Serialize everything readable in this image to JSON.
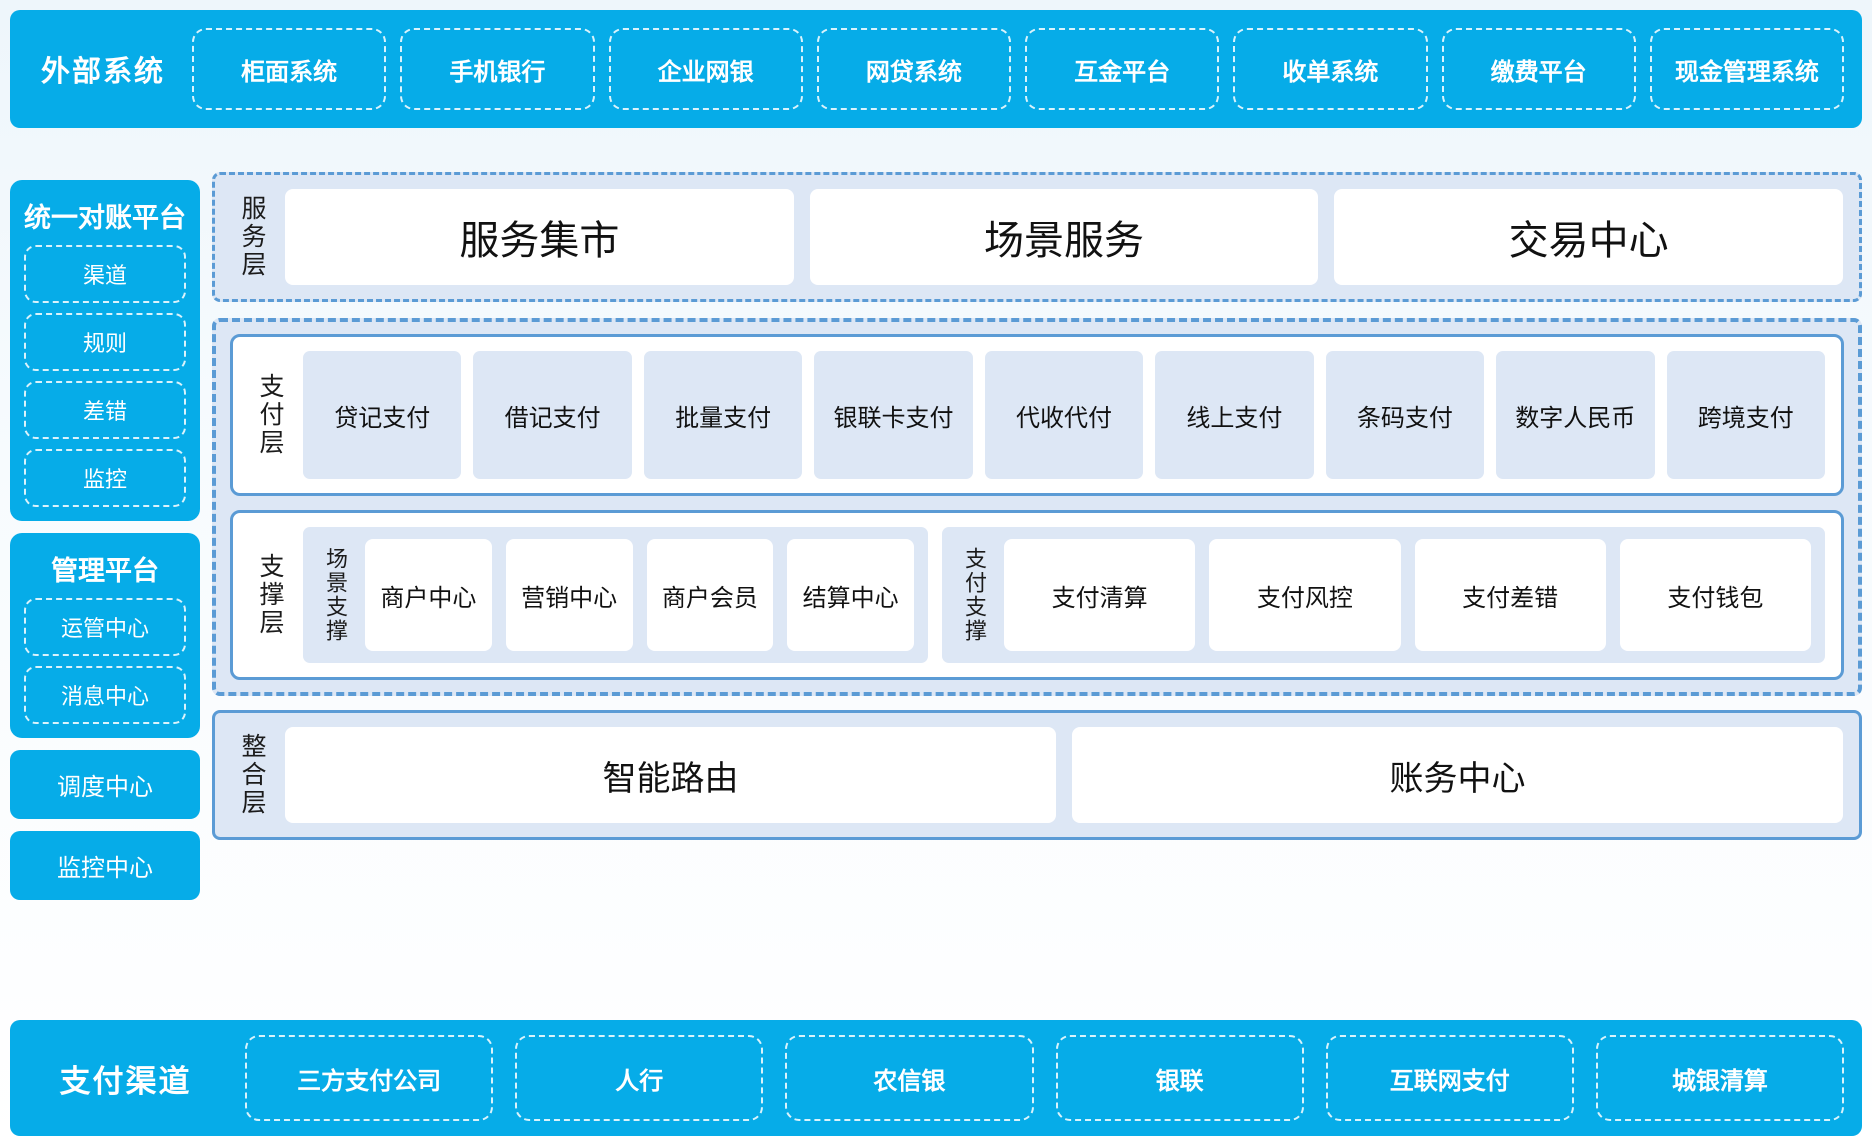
{
  "external": {
    "title": "外部系统",
    "items": [
      "柜面系统",
      "手机银行",
      "企业网银",
      "网贷系统",
      "互金平台",
      "收单系统",
      "缴费平台",
      "现金管理系统"
    ]
  },
  "sidebar": {
    "recon": {
      "title": "统一对账平台",
      "items": [
        "渠道",
        "规则",
        "差错",
        "监控"
      ]
    },
    "manage": {
      "title": "管理平台",
      "items": [
        "运管中心",
        "消息中心"
      ]
    },
    "standalone": [
      "调度中心",
      "监控中心"
    ]
  },
  "service_layer": {
    "label": "服务层",
    "items": [
      "服务集市",
      "场景服务",
      "交易中心"
    ]
  },
  "pay_layer": {
    "label": "支付层",
    "items": [
      "贷记支付",
      "借记支付",
      "批量支付",
      "银联卡支付",
      "代收代付",
      "线上支付",
      "条码支付",
      "数字人民币",
      "跨境支付"
    ]
  },
  "support_layer": {
    "label": "支撑层",
    "groups": [
      {
        "label": "场景支撑",
        "items": [
          "商户中心",
          "营销中心",
          "商户会员",
          "结算中心"
        ]
      },
      {
        "label": "支付支撑",
        "items": [
          "支付清算",
          "支付风控",
          "支付差错",
          "支付钱包"
        ]
      }
    ]
  },
  "integration_layer": {
    "label": "整合层",
    "items": [
      "智能路由",
      "账务中心"
    ]
  },
  "channels": {
    "title": "支付渠道",
    "items": [
      "三方支付公司",
      "人行",
      "农信银",
      "银联",
      "互联网支付",
      "城银清算"
    ]
  },
  "colors": {
    "brand_cyan": "#06ACE8",
    "panel_blue": "#5B9BD5",
    "tile_bg": "#DDE7F5",
    "card_white": "#FFFFFF"
  }
}
